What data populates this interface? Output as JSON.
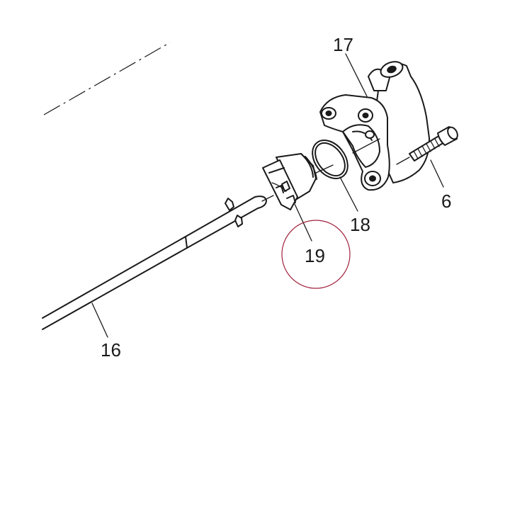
{
  "diagram": {
    "callouts": {
      "c6": "6",
      "c16": "16",
      "c17": "17",
      "c18": "18",
      "c19": "19"
    },
    "highlight_color": "#a0203c",
    "line_color": "#1a1a1a"
  }
}
